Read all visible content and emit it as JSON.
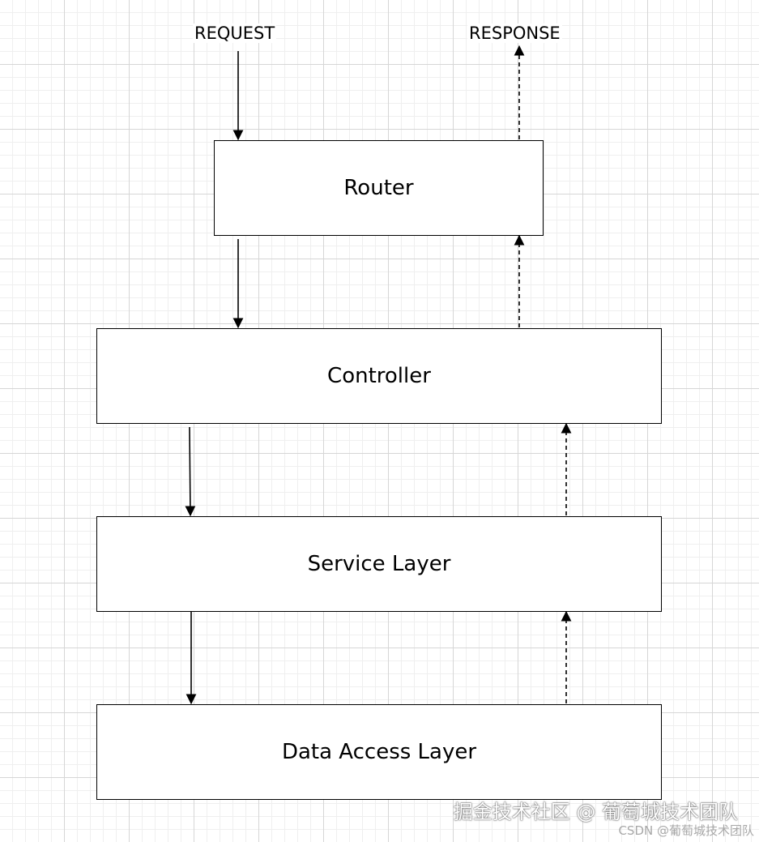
{
  "labels": {
    "request": "REQUEST",
    "response": "RESPONSE"
  },
  "layers": {
    "router": "Router",
    "controller": "Controller",
    "service": "Service Layer",
    "data_access": "Data Access Layer"
  },
  "watermark": {
    "main": "掘金技术社区 @ 葡萄城技术团队",
    "sub": "CSDN @葡萄城技术团队"
  }
}
